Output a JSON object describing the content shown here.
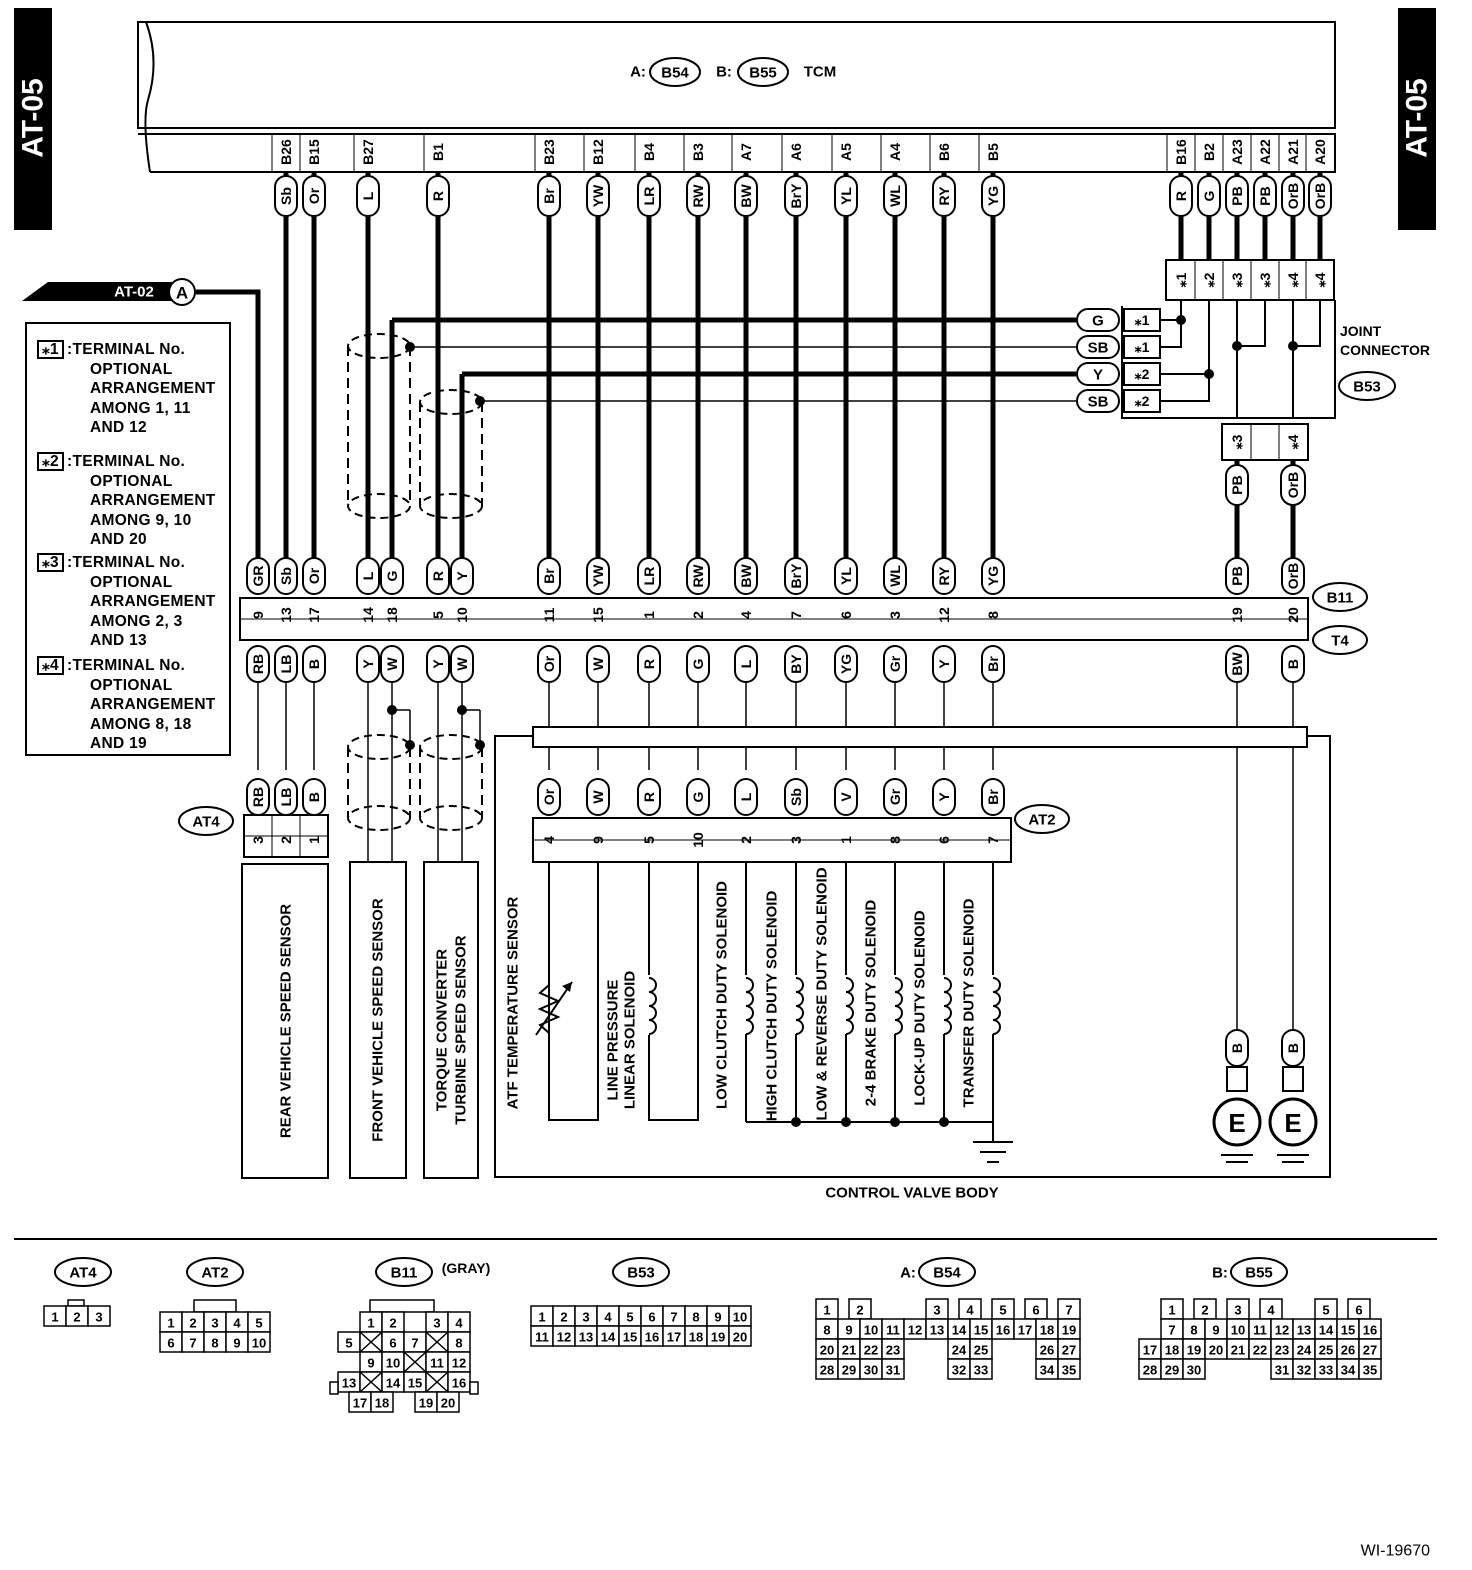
{
  "page": {
    "side_tab_left": "AT-05",
    "side_tab_right": "AT-05",
    "figure_code": "WI-19670"
  },
  "tcm": {
    "label": "TCM",
    "conn_a_prefix": "A:",
    "conn_a": "B54",
    "conn_b_prefix": "B:",
    "conn_b": "B55"
  },
  "ref": {
    "text": "AT-02",
    "circle": "A"
  },
  "legend_notes": [
    {
      "tag": "⁎1",
      "head": ":TERMINAL No.",
      "lines": [
        "OPTIONAL",
        "ARRANGEMENT",
        "AMONG 1, 11",
        "AND 12"
      ]
    },
    {
      "tag": "⁎2",
      "head": ":TERMINAL No.",
      "lines": [
        "OPTIONAL",
        "ARRANGEMENT",
        "AMONG 9, 10",
        "AND 20"
      ]
    },
    {
      "tag": "⁎3",
      "head": ":TERMINAL No.",
      "lines": [
        "OPTIONAL",
        "ARRANGEMENT",
        "AMONG 2, 3",
        "AND 13"
      ]
    },
    {
      "tag": "⁎4",
      "head": ":TERMINAL No.",
      "lines": [
        "OPTIONAL",
        "ARRANGEMENT",
        "AMONG 8, 18",
        "AND 19"
      ]
    }
  ],
  "tcm_pins": [
    "B26",
    "B15",
    "B27",
    "B1",
    "B23",
    "B12",
    "B4",
    "B3",
    "A7",
    "A6",
    "A5",
    "A4",
    "B6",
    "B5",
    "B16",
    "B2",
    "A23",
    "A22",
    "A21",
    "A20"
  ],
  "tcm_wire_colors": [
    "Sb",
    "Or",
    "L",
    "R",
    "Br",
    "YW",
    "LR",
    "RW",
    "BW",
    "BrY",
    "YL",
    "WL",
    "RY",
    "YG",
    "R",
    "G",
    "PB",
    "PB",
    "OrB",
    "OrB"
  ],
  "joint": {
    "label_line1": "JOINT",
    "label_line2": "CONNECTOR",
    "connector": "B53",
    "top_terms": [
      "⁎1",
      "⁎2",
      "⁎3",
      "⁎3",
      "⁎4",
      "⁎4"
    ],
    "side_rows": [
      {
        "color": "G",
        "term": "⁎1"
      },
      {
        "color": "SB",
        "term": "⁎1"
      },
      {
        "color": "Y",
        "term": "⁎2"
      },
      {
        "color": "SB",
        "term": "⁎2"
      }
    ],
    "bottom_terms": [
      "⁎3",
      "⁎4"
    ],
    "bottom_colors": [
      "PB",
      "OrB"
    ]
  },
  "b11": {
    "connector": "B11",
    "mate": "T4",
    "upper_colors": [
      "GR",
      "Sb",
      "Or",
      "L",
      "G",
      "R",
      "Y",
      "Br",
      "YW",
      "LR",
      "RW",
      "BW",
      "BrY",
      "YL",
      "WL",
      "RY",
      "YG",
      "PB",
      "OrB"
    ],
    "pins": [
      "9",
      "13",
      "17",
      "14",
      "18",
      "5",
      "10",
      "11",
      "15",
      "1",
      "2",
      "4",
      "7",
      "6",
      "3",
      "12",
      "8",
      "19",
      "20"
    ],
    "lower_colors": [
      "RB",
      "LB",
      "B",
      "Y",
      "W",
      "Y",
      "W",
      "Or",
      "W",
      "R",
      "G",
      "L",
      "BY",
      "YG",
      "Gr",
      "Y",
      "Br",
      "BW",
      "B"
    ]
  },
  "at4": {
    "connector": "AT4",
    "colors": [
      "RB",
      "LB",
      "B"
    ],
    "pins": [
      "3",
      "2",
      "1"
    ]
  },
  "at2": {
    "connector": "AT2",
    "colors": [
      "Or",
      "W",
      "R",
      "G",
      "L",
      "Sb",
      "V",
      "Gr",
      "Y",
      "Br"
    ],
    "pins": [
      "4",
      "9",
      "5",
      "10",
      "2",
      "3",
      "1",
      "8",
      "6",
      "7"
    ]
  },
  "sensors": {
    "rear": "REAR VEHICLE SPEED SENSOR",
    "front": "FRONT VEHICLE SPEED SENSOR",
    "torque_line1": "TORQUE CONVERTER",
    "torque_line2": "TURBINE SPEED SENSOR"
  },
  "valve_body": {
    "label": "CONTROL VALVE BODY",
    "atf": "ATF TEMPERATURE SENSOR",
    "line_pressure_1": "LINE PRESSURE",
    "line_pressure_2": "LINEAR SOLENOID",
    "low_clutch": "LOW CLUTCH DUTY SOLENOID",
    "high_clutch": "HIGH CLUTCH DUTY SOLENOID",
    "low_reverse": "LOW & REVERSE DUTY SOLENOID",
    "brake": "2-4 BRAKE DUTY SOLENOID",
    "lockup": "LOCK-UP DUTY SOLENOID",
    "transfer": "TRANSFER DUTY SOLENOID"
  },
  "grounds": {
    "wire": "B",
    "label": "E"
  },
  "connector_views": {
    "at4": {
      "name": "AT4",
      "rows": [
        [
          "1",
          "2",
          "3"
        ]
      ]
    },
    "at2": {
      "name": "AT2",
      "rows": [
        [
          "1",
          "2",
          "3",
          "4",
          "5"
        ],
        [
          "6",
          "7",
          "8",
          "9",
          "10"
        ]
      ]
    },
    "b11": {
      "name": "B11",
      "note": "(GRAY)",
      "rows": [
        [
          "1",
          "2",
          "3",
          "4"
        ],
        [
          "5",
          "6",
          "7",
          "8"
        ],
        [
          "9",
          "10",
          "11",
          "12"
        ],
        [
          "13",
          "14",
          "15",
          "16"
        ],
        [
          "17",
          "18",
          "19",
          "20"
        ]
      ]
    },
    "b53": {
      "name": "B53",
      "rows": [
        [
          "1",
          "2",
          "3",
          "4",
          "5",
          "6",
          "7",
          "8",
          "9",
          "10"
        ],
        [
          "11",
          "12",
          "13",
          "14",
          "15",
          "16",
          "17",
          "18",
          "19",
          "20"
        ]
      ]
    },
    "b54": {
      "prefix": "A:",
      "name": "B54",
      "rows": [
        [
          "1",
          "2",
          "3",
          "4",
          "5",
          "6",
          "7"
        ],
        [
          "8",
          "9",
          "10",
          "11",
          "12",
          "13",
          "14",
          "15",
          "16",
          "17",
          "18",
          "19"
        ],
        [
          "20",
          "21",
          "22",
          "23",
          "24",
          "25",
          "26",
          "27"
        ],
        [
          "28",
          "29",
          "30",
          "31",
          "32",
          "33",
          "34",
          "35"
        ]
      ]
    },
    "b55": {
      "prefix": "B:",
      "name": "B55",
      "rows": [
        [
          "1",
          "2",
          "3",
          "4",
          "5",
          "6"
        ],
        [
          "7",
          "8",
          "9",
          "10",
          "11",
          "12",
          "13",
          "14",
          "15",
          "16"
        ],
        [
          "17",
          "18",
          "19",
          "20",
          "21",
          "22",
          "23",
          "24",
          "25",
          "26",
          "27"
        ],
        [
          "28",
          "29",
          "30",
          "31",
          "32",
          "33",
          "34",
          "35"
        ]
      ]
    }
  }
}
